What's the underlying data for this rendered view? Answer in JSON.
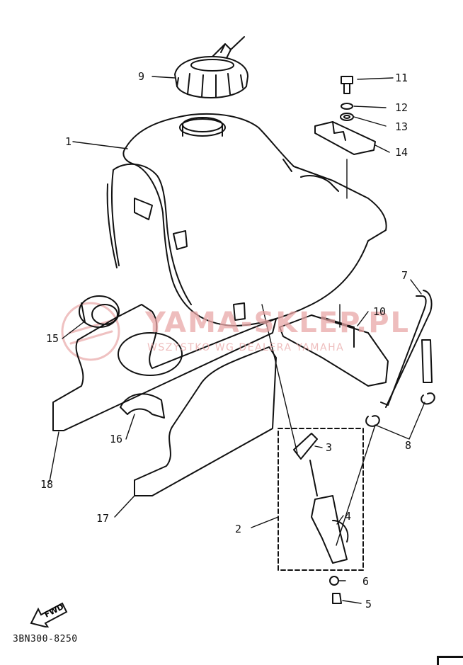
{
  "diagram": {
    "part_code": "3BN300-8250",
    "direction_label": "FWD",
    "watermark": {
      "title": "YAMA-SKLEP.PL",
      "subtitle": "WSZYSTKO WG DEALERA YAMAHA"
    },
    "callouts": {
      "c1": "1",
      "c2": "2",
      "c3": "3",
      "c4": "4",
      "c5": "5",
      "c6": "6",
      "c7": "7",
      "c8": "8",
      "c9": "9",
      "c10": "10",
      "c11": "11",
      "c12": "12",
      "c13": "13",
      "c14": "14",
      "c15": "15",
      "c16": "16",
      "c17": "17",
      "c18": "18"
    }
  }
}
